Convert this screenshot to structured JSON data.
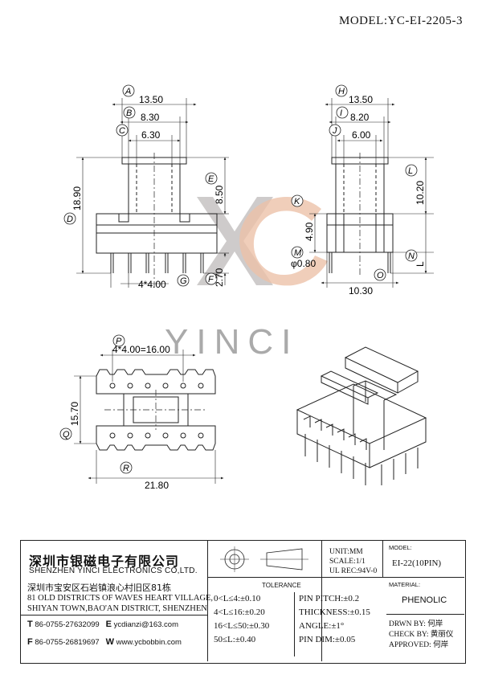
{
  "model_header": "MODEL:YC-EI-2205-3",
  "watermark": "YINCI",
  "dimensions": {
    "A": "13.50",
    "B": "8.30",
    "C": "6.30",
    "D": "18.90",
    "E": "8.50",
    "F": "2.70",
    "G": "4*4.00",
    "H": "13.50",
    "I": "8.20",
    "J": "6.00",
    "K": "4.90",
    "L": "10.20",
    "M": "φ0.80",
    "N": "L",
    "O": "10.30",
    "P": "4*4.00=16.00",
    "Q": "15.70",
    "R": "21.80"
  },
  "circle_labels": [
    "A",
    "B",
    "C",
    "D",
    "E",
    "F",
    "G",
    "H",
    "I",
    "J",
    "K",
    "L",
    "M",
    "N",
    "O",
    "P",
    "Q",
    "R"
  ],
  "title_block": {
    "company_cn": "深圳市银磁电子有限公司",
    "company_en": "SHENZHEN YINCI ELECTRONICS CO,LTD.",
    "address_cn": "深圳市宝安区石岩镇浪心村旧区81栋",
    "address_en_1": "81 OLD DISTRICTS OF WAVES HEART VILLAGE,",
    "address_en_2": "SHIYAN TOWN,BAO'AN DISTRICT, SHENZHEN",
    "tel_label": "T",
    "tel": "86-0755-27632099",
    "email_label": "E",
    "email": "ycdianzi@163.com",
    "fax_label": "F",
    "fax": "86-0755-26819697",
    "web_label": "W",
    "web": "www.ycbobbin.com",
    "unit": "UNIT:MM",
    "scale": "SCALE:1/1",
    "ul_rec": "UL REC:94V-0",
    "model_label": "MODEL:",
    "model_value": "EI-22(10PIN)",
    "material_label": "MATERIAL:",
    "material_value": "PHENOLIC",
    "tolerance_title": "TOLERANCE",
    "tolerance_left": [
      "0<L≤4:±0.10",
      "4<L≤16:±0.20",
      "16<L≤50:±0.30",
      "50≤L:±0.40"
    ],
    "tolerance_right": [
      "PIN PITCH:±0.2",
      "THICKNESS:±0.15",
      "ANGLE:±1°",
      "PIN DIM:±0.05"
    ],
    "drawn_by": "DRWN BY: 何岸",
    "check_by": "CHECK BY: 黄丽仪",
    "approved": "APPROVED: 何岸"
  }
}
